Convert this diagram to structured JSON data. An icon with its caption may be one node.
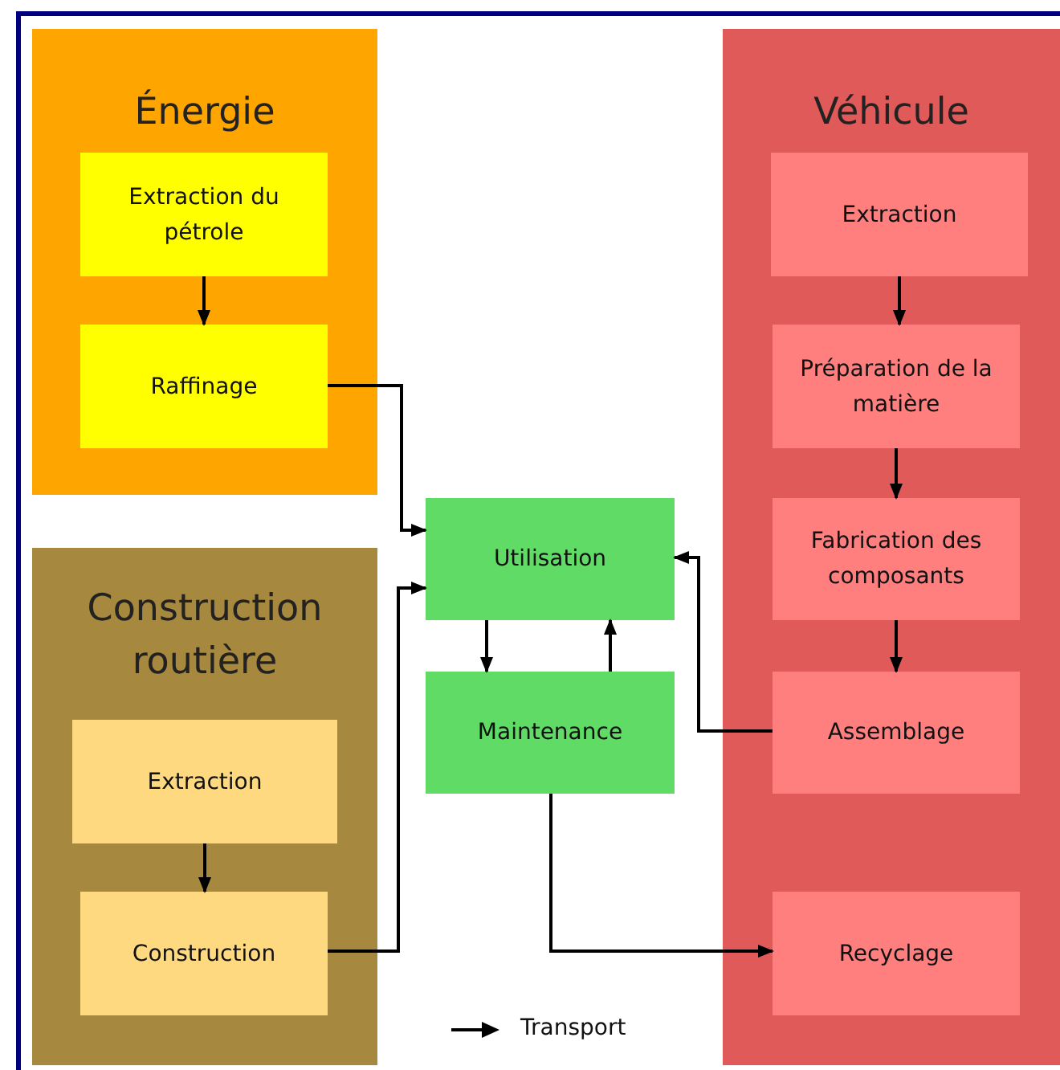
{
  "diagram": {
    "nodes": [
      {
        "text": [
          "Énergie"
        ]
      },
      {
        "text": [
          "Extraction du pétrole"
        ],
        "in": 0
      },
      {
        "text": [
          "Raffinage"
        ],
        "in": 0
      },
      {
        "text": [
          "Construction routière"
        ]
      },
      {
        "text": [
          "Extraction"
        ],
        "in": 3
      },
      {
        "text": [
          "Construction"
        ],
        "in": 3
      },
      {
        "text": [
          "Véhicule"
        ]
      },
      {
        "text": [
          "Extraction"
        ],
        "in": 6
      },
      {
        "text": [
          "Préparation de la matière"
        ],
        "in": 6
      },
      {
        "text": [
          "Fabrication des composants"
        ],
        "in": 6
      },
      {
        "text": [
          "Assemblage"
        ],
        "in": 6
      },
      {
        "text": [
          "Recyclage"
        ],
        "in": 6
      },
      {
        "text": [
          "Utilisation"
        ]
      },
      {
        "text": [
          "Maintenance"
        ]
      }
    ],
    "edges": [
      {
        "from": 1,
        "to": 2,
        "arrow": "to"
      },
      {
        "from": 2,
        "to": 12,
        "arrow": "to"
      },
      {
        "from": 4,
        "to": 5,
        "arrow": "to"
      },
      {
        "from": 5,
        "to": 12,
        "arrow": "to"
      },
      {
        "from": 7,
        "to": 8,
        "arrow": "to"
      },
      {
        "from": 8,
        "to": 9,
        "arrow": "to"
      },
      {
        "from": 9,
        "to": 10,
        "arrow": "to"
      },
      {
        "from": 10,
        "to": 12,
        "arrow": "to"
      },
      {
        "from": 12,
        "to": 13,
        "arrow": "to"
      },
      {
        "from": 13,
        "to": 12,
        "arrow": "to"
      },
      {
        "from": 13,
        "to": 11,
        "arrow": "to"
      }
    ],
    "legend": [
      {
        "text": "Transport"
      }
    ]
  }
}
